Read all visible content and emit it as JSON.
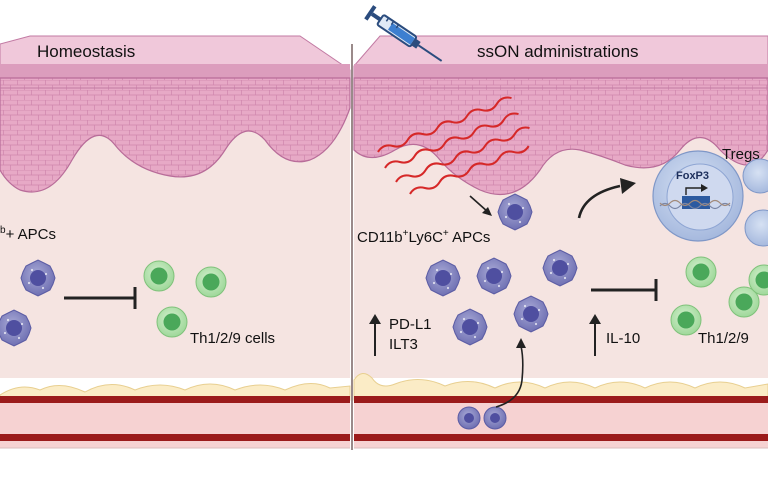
{
  "panels": {
    "left": {
      "title": "Homeostasis",
      "apc_label_sup": "b",
      "apc_label": "+ APCs",
      "t_cells_label": "Th1/2/9 cells"
    },
    "right": {
      "title": "ssON administrations",
      "apc_label_a": "CD11b",
      "apc_label_sup1": "+",
      "apc_label_b": "Ly6C",
      "apc_label_sup2": "+",
      "apc_label_c": " APCs",
      "tregs_label": "Tregs",
      "foxp3_label": "FoxP3",
      "markers_line1": "PD-L1",
      "markers_line2": "ILT3",
      "cytokine_label": "IL-10",
      "t_cells_label": "Th1/2/9"
    }
  },
  "icons": [
    "syringe-icon",
    "ssON-strands-icon",
    "apc-cell-icon",
    "t-cell-icon",
    "treg-cell-icon",
    "inhibition-arrow-icon",
    "up-arrow-icon",
    "curved-arrow-icon"
  ],
  "colors": {
    "epidermis": "#ebb8cf",
    "epidermis_outline": "#c27aa3",
    "dermis": "#f5e4e1",
    "fat": "#fbecc6",
    "vessel": "#9b1b1b",
    "apc": "#8f90c6",
    "apc_nucleus": "#4f4fa0",
    "t_cell": "#b6e3b0",
    "t_cell_nucleus": "#4aa85a",
    "ssON": "#d62828",
    "treg": "#b8c8e6"
  }
}
